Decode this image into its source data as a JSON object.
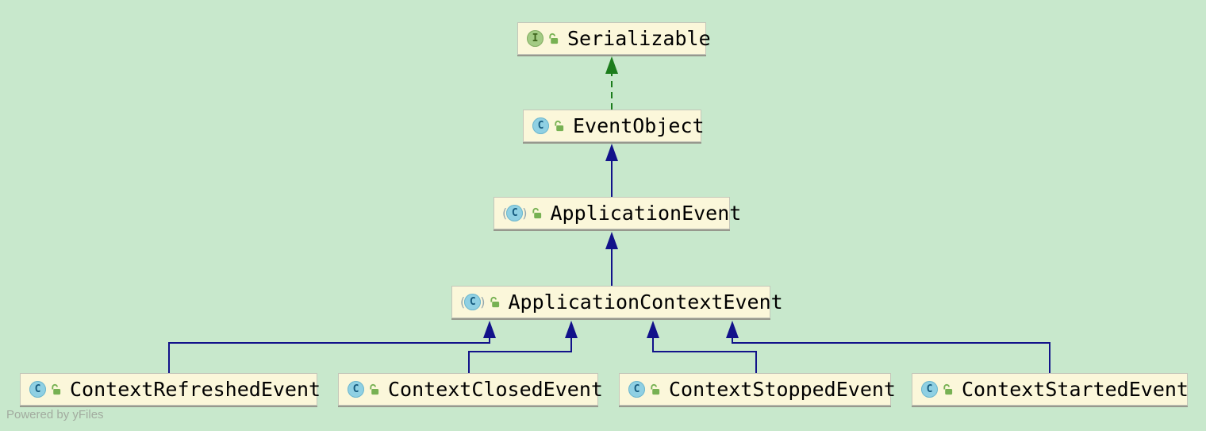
{
  "diagram": {
    "type": "uml-class-inheritance",
    "background_color": "#c8e8cc",
    "node_fill_color": "#fbf7da",
    "extends_edge_color": "#12128a",
    "implements_edge_color": "#1c7c1c",
    "watermark": "Powered by yFiles",
    "nodes": [
      {
        "label": "Serializable",
        "kind": "interface",
        "visibility": "public",
        "icons": [
          "interface-icon",
          "unlocked-icon"
        ]
      },
      {
        "label": "EventObject",
        "kind": "class",
        "visibility": "public",
        "icons": [
          "class-icon",
          "unlocked-icon"
        ]
      },
      {
        "label": "ApplicationEvent",
        "kind": "abstract-class",
        "visibility": "public",
        "icons": [
          "abstract-class-icon",
          "unlocked-icon"
        ]
      },
      {
        "label": "ApplicationContextEvent",
        "kind": "abstract-class",
        "visibility": "public",
        "icons": [
          "abstract-class-icon",
          "unlocked-icon"
        ]
      },
      {
        "label": "ContextRefreshedEvent",
        "kind": "class",
        "visibility": "public",
        "icons": [
          "class-icon",
          "unlocked-icon"
        ]
      },
      {
        "label": "ContextClosedEvent",
        "kind": "class",
        "visibility": "public",
        "icons": [
          "class-icon",
          "unlocked-icon"
        ]
      },
      {
        "label": "ContextStoppedEvent",
        "kind": "class",
        "visibility": "public",
        "icons": [
          "class-icon",
          "unlocked-icon"
        ]
      },
      {
        "label": "ContextStartedEvent",
        "kind": "class",
        "visibility": "public",
        "icons": [
          "class-icon",
          "unlocked-icon"
        ]
      }
    ],
    "edges": [
      {
        "from": "EventObject",
        "to": "Serializable",
        "type": "implements",
        "style": "dashed-green"
      },
      {
        "from": "ApplicationEvent",
        "to": "EventObject",
        "type": "extends",
        "style": "solid-navy"
      },
      {
        "from": "ApplicationContextEvent",
        "to": "ApplicationEvent",
        "type": "extends",
        "style": "solid-navy"
      },
      {
        "from": "ContextRefreshedEvent",
        "to": "ApplicationContextEvent",
        "type": "extends",
        "style": "solid-navy"
      },
      {
        "from": "ContextClosedEvent",
        "to": "ApplicationContextEvent",
        "type": "extends",
        "style": "solid-navy"
      },
      {
        "from": "ContextStoppedEvent",
        "to": "ApplicationContextEvent",
        "type": "extends",
        "style": "solid-navy"
      },
      {
        "from": "ContextStartedEvent",
        "to": "ApplicationContextEvent",
        "type": "extends",
        "style": "solid-navy"
      }
    ],
    "icon_letters": {
      "class": "C",
      "interface": "I"
    }
  }
}
